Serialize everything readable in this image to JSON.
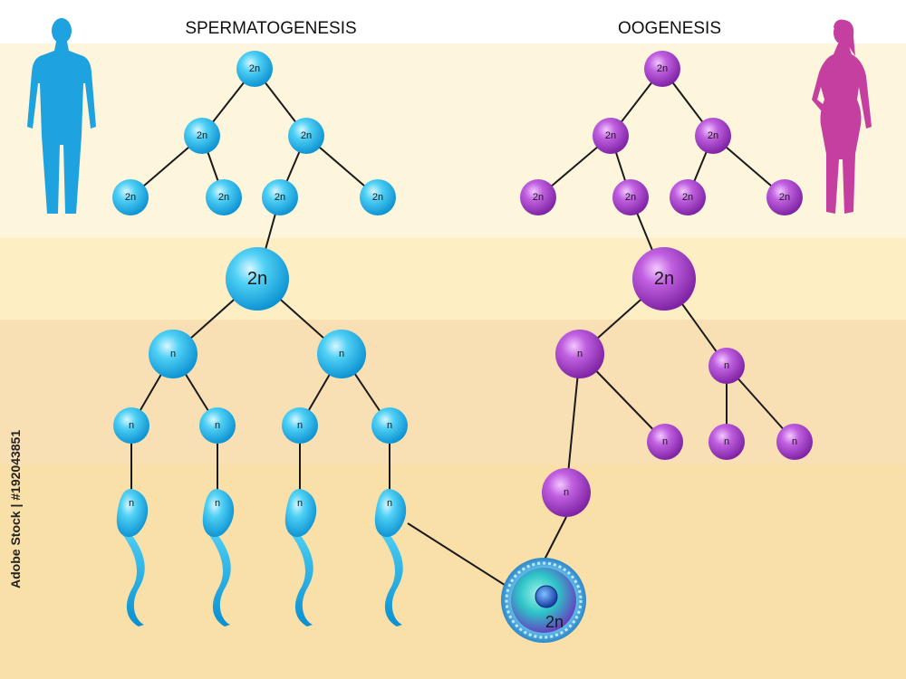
{
  "titles": {
    "left": "SPERMATOGENESIS",
    "right": "OOGENESIS"
  },
  "side_caption": "Adobe Stock | #192043851",
  "labels": {
    "diploid": "2n",
    "haploid": "n"
  },
  "zygote_label": "2n",
  "colors": {
    "male": "#1fa3e0",
    "female": "#a435c4",
    "female_silhouette": "#c43fa0",
    "band_1": "#fdf5dc",
    "band_2": "#fdeec4",
    "band_3": "#f9dfb4",
    "band_4": "#f9dfa8"
  },
  "icons": {
    "male": "male-silhouette-icon",
    "female": "female-silhouette-icon",
    "sperm": "sperm-icon",
    "zygote": "zygote-icon"
  }
}
